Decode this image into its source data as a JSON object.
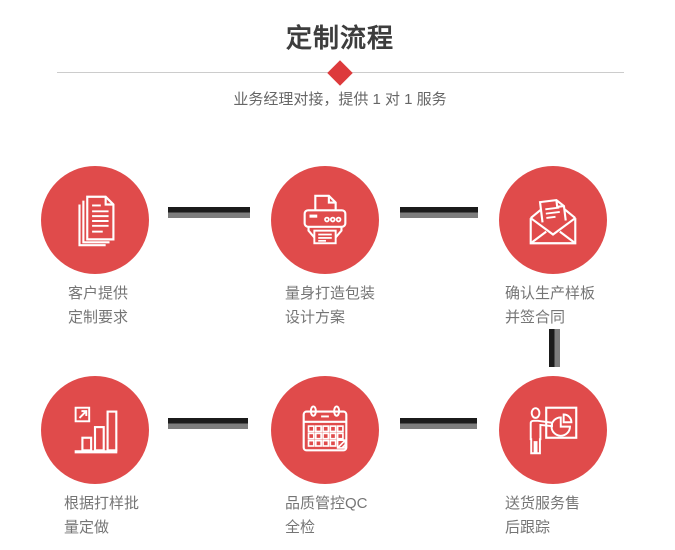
{
  "page": {
    "title": "定制流程",
    "subtitle": "业务经理对接，提供 1 对 1 服务"
  },
  "colors": {
    "accent_red": "#e04b4b",
    "diamond_red": "#dd3a3c",
    "title_color": "#3d3d3d",
    "text_gray": "#757575",
    "divider_gray": "#cccccc",
    "connector_dark": "#1b1b1b",
    "connector_gray": "#7d7d7d"
  },
  "steps": [
    {
      "icon": "documents-icon",
      "label_line1": "客户提供",
      "label_line2": "定制要求"
    },
    {
      "icon": "printer-icon",
      "label_line1": "量身打造包装",
      "label_line2": "设计方案"
    },
    {
      "icon": "envelope-icon",
      "label_line1": "确认生产样板",
      "label_line2": "并签合同"
    },
    {
      "icon": "bar-chart-icon",
      "label_line1": "根据打样批",
      "label_line2": "量定做"
    },
    {
      "icon": "calendar-icon",
      "label_line1": "品质管控QC",
      "label_line2": "全检"
    },
    {
      "icon": "presentation-icon",
      "label_line1": "送货服务售",
      "label_line2": "后跟踪"
    }
  ]
}
